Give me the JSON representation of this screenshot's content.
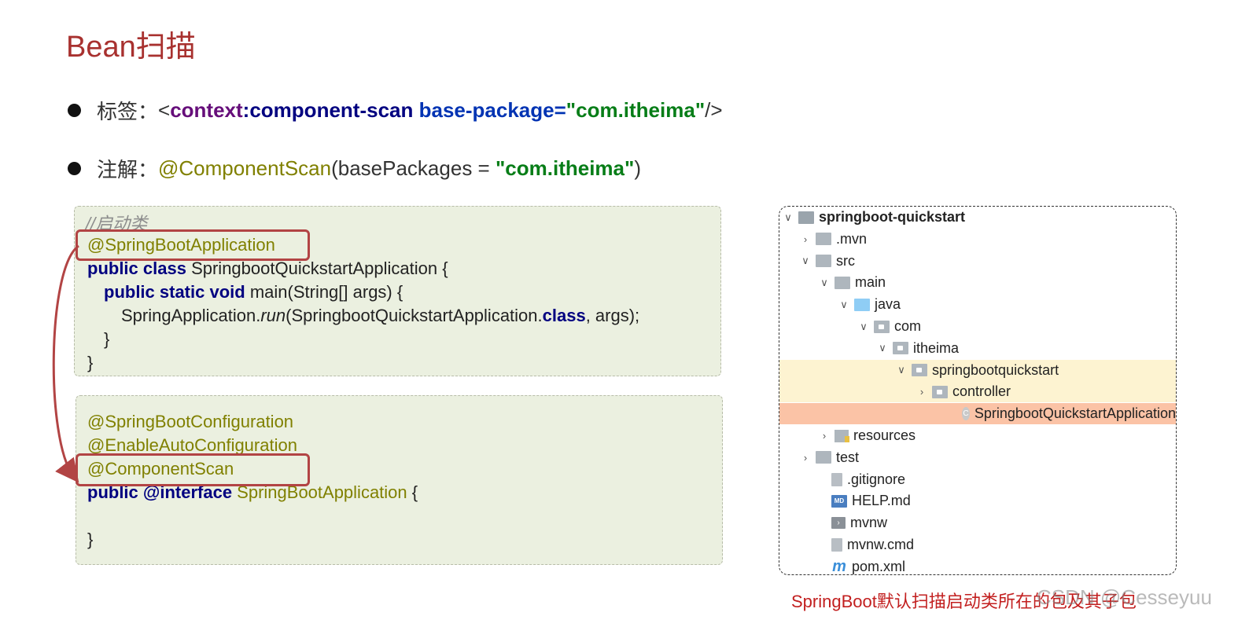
{
  "title": "Bean扫描",
  "bullets": {
    "tag": {
      "label": "标签：",
      "lt": "<",
      "ns": "context",
      "colon": ":",
      "element": "component-scan",
      "attr": "base-package=",
      "value": "\"com.itheima\"",
      "close": "/>"
    },
    "annotation": {
      "label": "注解：",
      "name": "@ComponentScan",
      "args_open": "(basePackages = ",
      "value": "\"com.itheima\"",
      "args_close": ")"
    }
  },
  "code_top": {
    "comment": "//启动类",
    "annotation": "@SpringBootApplication",
    "line2_kw": "public class",
    "line2_rest": " SpringbootQuickstartApplication {",
    "line3_kw": "public static void",
    "line3_rest": " main(String[] args) {",
    "line4_a": "SpringApplication.",
    "line4_italic": "run",
    "line4_b": "(SpringbootQuickstartApplication.",
    "line4_kw": "class",
    "line4_c": ", args);",
    "line5": "}",
    "line6": "}"
  },
  "code_bottom": {
    "ann1": "@SpringBootConfiguration",
    "ann2": "@EnableAutoConfiguration",
    "ann3": "@ComponentScan",
    "kw_public": "public",
    "kw_interface": " @interface",
    "name": " SpringBootApplication",
    "brace_open": " {",
    "brace_close": "}"
  },
  "tree": [
    {
      "label": "springboot-quickstart",
      "icon": "project-folder-icon",
      "chev": "∨",
      "bold": true
    },
    {
      "label": ".mvn",
      "icon": "folder-icon",
      "chev": "›"
    },
    {
      "label": "src",
      "icon": "folder-icon",
      "chev": "∨"
    },
    {
      "label": "main",
      "icon": "folder-icon",
      "chev": "∨"
    },
    {
      "label": "java",
      "icon": "source-folder-icon",
      "chev": "∨"
    },
    {
      "label": "com",
      "icon": "package-icon",
      "chev": "∨"
    },
    {
      "label": "itheima",
      "icon": "package-icon",
      "chev": "∨"
    },
    {
      "label": "springbootquickstart",
      "icon": "package-icon",
      "chev": "∨"
    },
    {
      "label": "controller",
      "icon": "package-icon",
      "chev": "›"
    },
    {
      "label": "SpringbootQuickstartApplication",
      "icon": "class-icon",
      "chev": ""
    },
    {
      "label": "resources",
      "icon": "resources-folder-icon",
      "chev": "›"
    },
    {
      "label": "test",
      "icon": "folder-icon",
      "chev": "›"
    },
    {
      "label": ".gitignore",
      "icon": "gitignore-file-icon",
      "chev": ""
    },
    {
      "label": "HELP.md",
      "icon": "markdown-file-icon",
      "chev": ""
    },
    {
      "label": "mvnw",
      "icon": "terminal-file-icon",
      "chev": ""
    },
    {
      "label": "mvnw.cmd",
      "icon": "text-file-icon",
      "chev": ""
    },
    {
      "label": "pom.xml",
      "icon": "maven-icon",
      "chev": ""
    }
  ],
  "caption": "SpringBoot默认扫描启动类所在的包及其子包",
  "watermark": "CSDN @Cesseyuu",
  "colors": {
    "title": "#a8312f",
    "annotation": "#808000",
    "keyword": "#000080",
    "string": "#067d17",
    "highlight_border": "#b24444",
    "code_bg": "#ebf0e0",
    "tree_highlight_light": "#fdf3d1",
    "tree_highlight_strong": "#fbc3a6",
    "caption": "#c21f1f"
  }
}
